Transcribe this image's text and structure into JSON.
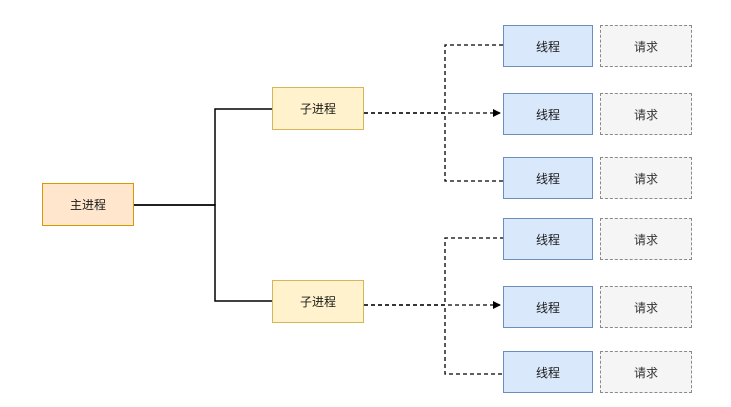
{
  "diagram": {
    "main_process": "主进程",
    "sub_processes": [
      {
        "label": "子进程",
        "threads": [
          {
            "label": "线程",
            "request": "请求"
          },
          {
            "label": "线程",
            "request": "请求"
          },
          {
            "label": "线程",
            "request": "请求"
          }
        ]
      },
      {
        "label": "子进程",
        "threads": [
          {
            "label": "线程",
            "request": "请求"
          },
          {
            "label": "线程",
            "request": "请求"
          },
          {
            "label": "线程",
            "request": "请求"
          }
        ]
      }
    ],
    "colors": {
      "main_fill": "#ffe6cc",
      "main_stroke": "#d79b00",
      "sub_fill": "#fff2cc",
      "sub_stroke": "#d6b656",
      "thread_fill": "#dae8fc",
      "thread_stroke": "#6c8ebf",
      "request_fill": "#f5f5f5",
      "request_stroke": "#8a8a8a",
      "edge": "#000000"
    }
  }
}
